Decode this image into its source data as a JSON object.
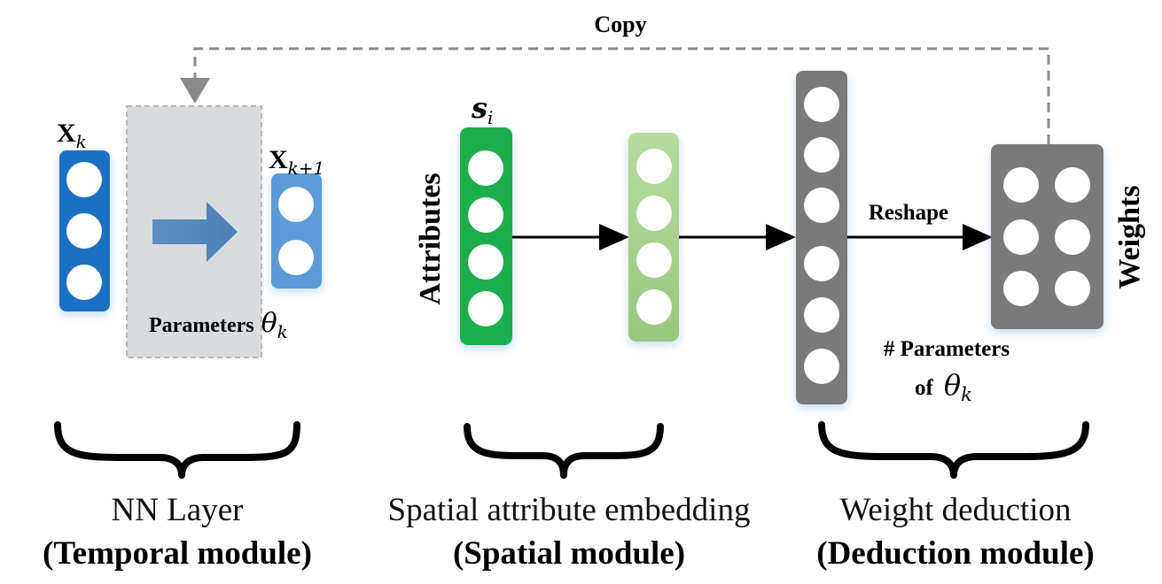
{
  "labels": {
    "copy": "Copy",
    "x_k_base": "X",
    "x_k_sub": "k",
    "x_k1_base": "X",
    "x_k1_sub": "k+1",
    "parameters": "Parameters",
    "theta": "θ",
    "theta_sub": "k",
    "s_base": "s",
    "s_sub": "i",
    "attributes": "Attributes",
    "reshape": "Reshape",
    "weights": "Weights",
    "num_parameters": "# Parameters",
    "of": "of",
    "nn_layer": "NN Layer",
    "temporal_module": "(Temporal module)",
    "spatial_embedding": "Spatial attribute embedding",
    "spatial_module": "(Spatial module)",
    "weight_deduction": "Weight deduction",
    "deduction_module": "(Deduction module)"
  },
  "colors": {
    "blue_dark": "#1b6fc4",
    "blue_light": "#5b9ad8",
    "green_dark": "#1fae4b",
    "green_light": "#a6d18b",
    "gray_node": "#7a7a7a",
    "gray_box": "#d9dcdf",
    "dashed": "#8a8a8a"
  }
}
